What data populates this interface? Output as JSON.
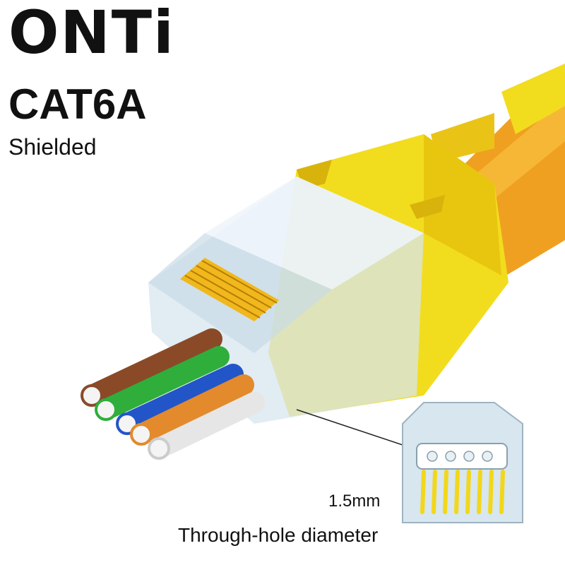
{
  "brand": {
    "name": "ONTi",
    "accent_color": "#e8112d"
  },
  "product": {
    "category": "CAT6A",
    "type": "Shielded"
  },
  "callout": {
    "measurement": "1.5mm",
    "label": "Through-hole diameter"
  },
  "colors": {
    "cable_jacket": "#f0a020",
    "shield": "#f2dc1e",
    "wire_brown": "#8a4a28",
    "wire_green": "#2fae3b",
    "wire_blue": "#2255c8",
    "wire_orange": "#e28a2c",
    "wire_white": "#e6e6e6",
    "gold_contact": "#f0b81c"
  }
}
